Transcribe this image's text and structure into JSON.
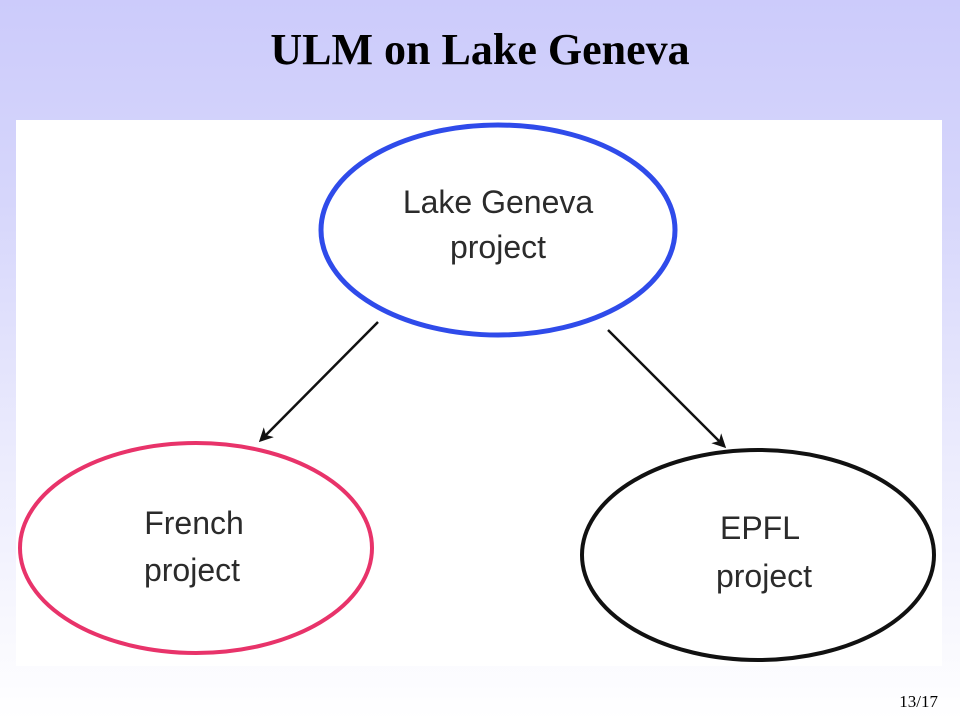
{
  "slide": {
    "title": "ULM on Lake Geneva",
    "page_number": "13/17"
  },
  "diagram": {
    "nodes": [
      {
        "id": "lake-geneva",
        "lines": [
          "Lake Geneva",
          "project"
        ],
        "color": "#2f4bea"
      },
      {
        "id": "french",
        "lines": [
          "French",
          "project"
        ],
        "color": "#e8336a"
      },
      {
        "id": "epfl",
        "lines": [
          "EPFL",
          "project"
        ],
        "color": "#111111"
      }
    ],
    "edges": [
      {
        "from": "lake-geneva",
        "to": "french"
      },
      {
        "from": "lake-geneva",
        "to": "epfl"
      }
    ]
  }
}
